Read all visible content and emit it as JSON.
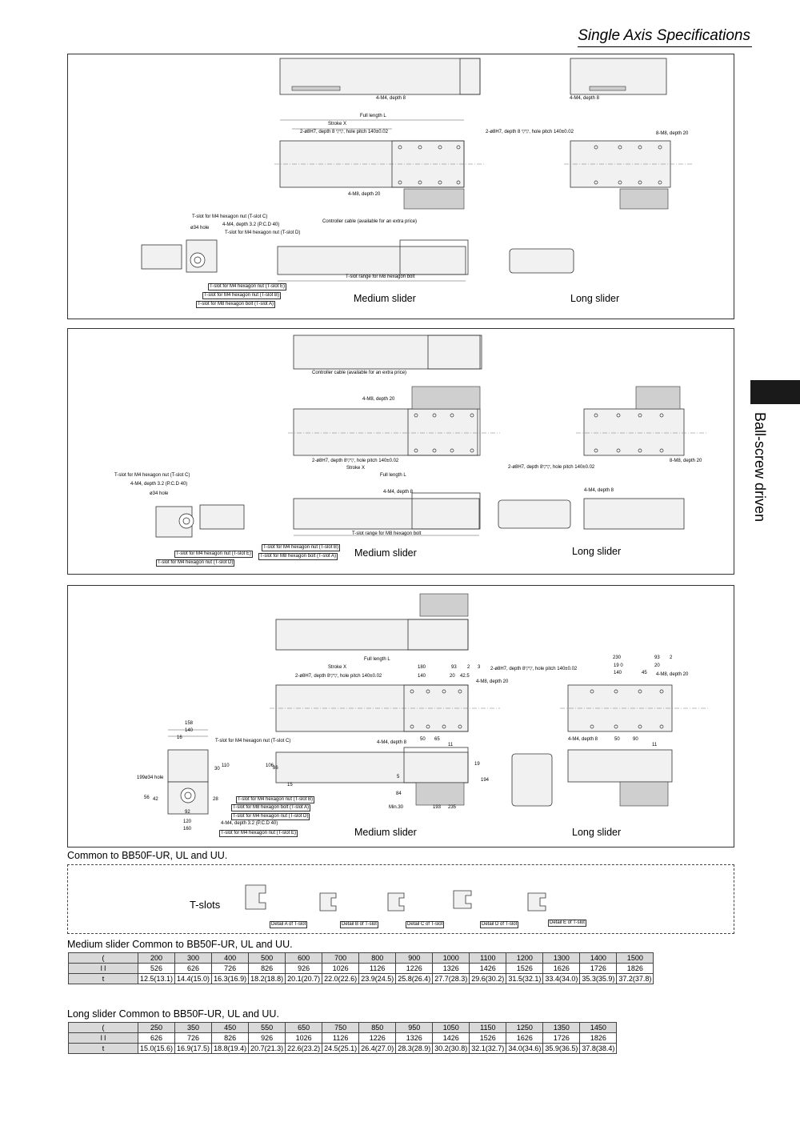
{
  "header": {
    "title": "Single Axis Specifications"
  },
  "side_tab": {
    "label": "Ball-screw driven"
  },
  "panel1": {
    "labels": [
      "4-M4, depth 8",
      "4-M4, depth 8",
      "Full length L",
      "Stroke X",
      "2-ø8H7, depth 8 ▽▽, hole pitch 140±0.02",
      "2-ø8H7, depth 8 ▽▽, hole pitch 140±0.02",
      "8-M8, depth 20",
      "4-M8, depth 20",
      "T-slot for M4 hexagon nut (T-slot C)",
      "4-M4, depth 3.2 (P.C.D 40)",
      "ø34 hole",
      "T-slot for M4 hexagon nut (T-slot D)",
      "Controller cable (available for an extra price)",
      "T-slot range for M8 hexagon bolt",
      "T-slot for M4 hexagon nut (T-slot E)",
      "T-slot for M4 hexagon nut (T-slot B)",
      "T-slot for M8 hexagon bolt (T-slot A)"
    ],
    "medium_caption": "Medium slider",
    "long_caption": "Long slider"
  },
  "panel2": {
    "labels": [
      "Controller cable (available for an extra price)",
      "4-M8, depth 20",
      "2-ø8H7, depth 8▽▽, hole pitch 140±0.02",
      "Stroke X",
      "Full length L",
      "2-ø8H7, depth 8▽▽, hole pitch 140±0.02",
      "8-M8, depth 20",
      "T-slot for M4 hexagon nut (T-slot C)",
      "4-M4, depth 3.2 (P.C.D 40)",
      "ø34 hole",
      "4-M4, depth 8",
      "4-M4, depth 8",
      "T-slot range for M8 hexagon bolt",
      "T-slot for M4 hexagon nut (T-slot B)",
      "T-slot for M4 hexagon nut (T-slot E)",
      "T-slot for M8 hexagon bolt (T-slot A)",
      "T-slot for M4 hexagon nut (T-slot D)"
    ],
    "medium_caption": "Medium slider",
    "long_caption": "Long slider"
  },
  "panel3": {
    "labels": [
      "Full length L",
      "Stroke X",
      "180",
      "93",
      "2",
      "3",
      "140",
      "20",
      "42.5",
      "2-ø8H7, depth 8▽▽, hole pitch 140±0.02",
      "2-ø8H7, depth 8▽▽, hole pitch 140±0.02",
      "4-M8, depth 20",
      "230",
      "93",
      "2",
      "19 0",
      "20",
      "140",
      "45",
      "4-M8, depth 20",
      "158",
      "140",
      "16",
      "T-slot for M4 hexagon nut (T-slot C)",
      "ø34 hole",
      "199",
      "30",
      "110",
      "56",
      "42",
      "92",
      "120",
      "160",
      "28",
      "4-M4, depth 8",
      "50",
      "65",
      "11",
      "106",
      "86",
      "15",
      "5",
      "84",
      "Min.30",
      "193",
      "235",
      "19",
      "194",
      "4-M4, depth 8",
      "50",
      "90",
      "11",
      "T-slot for M4 hexagon nut (T-slot B)",
      "T-slot for M8 hexagon bolt (T-slot A)",
      "T-slot for M4 hexagon nut (T-slot D)",
      "4-M4, depth 3.2 (P.C.D 40)",
      "T-slot for M4 hexagon nut (T-slot E)"
    ],
    "medium_caption": "Medium slider",
    "long_caption": "Long slider"
  },
  "common_note": "Common to BB50F-UR, UL and UU.",
  "tslots": {
    "title": "T-slots",
    "details": [
      "Detail A of T-slot",
      "Detail B of T-slot",
      "Detail C of T-slot",
      "Detail D of T-slot",
      "Detail E of T-slot"
    ]
  },
  "medium_table": {
    "caption": "Medium slider  Common to BB50F-UR, UL and UU.",
    "row_labels": [
      "(",
      "l l",
      "t"
    ],
    "strokes": [
      "200",
      "300",
      "400",
      "500",
      "600",
      "700",
      "800",
      "900",
      "1000",
      "1100",
      "1200",
      "1300",
      "1400",
      "1500"
    ],
    "lengths": [
      "526",
      "626",
      "726",
      "826",
      "926",
      "1026",
      "1126",
      "1226",
      "1326",
      "1426",
      "1526",
      "1626",
      "1726",
      "1826"
    ],
    "weights": [
      "12.5(13.1)",
      "14.4(15.0)",
      "16.3(16.9)",
      "18.2(18.8)",
      "20.1(20.7)",
      "22.0(22.6)",
      "23.9(24.5)",
      "25.8(26.4)",
      "27.7(28.3)",
      "29.6(30.2)",
      "31.5(32.1)",
      "33.4(34.0)",
      "35.3(35.9)",
      "37.2(37.8)"
    ]
  },
  "long_table": {
    "caption": "Long slider  Common to BB50F-UR, UL and UU.",
    "row_labels": [
      "(",
      "l l",
      "t"
    ],
    "strokes": [
      "250",
      "350",
      "450",
      "550",
      "650",
      "750",
      "850",
      "950",
      "1050",
      "1150",
      "1250",
      "1350",
      "1450"
    ],
    "lengths": [
      "626",
      "726",
      "826",
      "926",
      "1026",
      "1126",
      "1226",
      "1326",
      "1426",
      "1526",
      "1626",
      "1726",
      "1826"
    ],
    "weights": [
      "15.0(15.6)",
      "16.9(17.5)",
      "18.8(19.4)",
      "20.7(21.3)",
      "22.6(23.2)",
      "24.5(25.1)",
      "26.4(27.0)",
      "28.3(28.9)",
      "30.2(30.8)",
      "32.1(32.7)",
      "34.0(34.6)",
      "35.9(36.5)",
      "37.8(38.4)"
    ]
  }
}
